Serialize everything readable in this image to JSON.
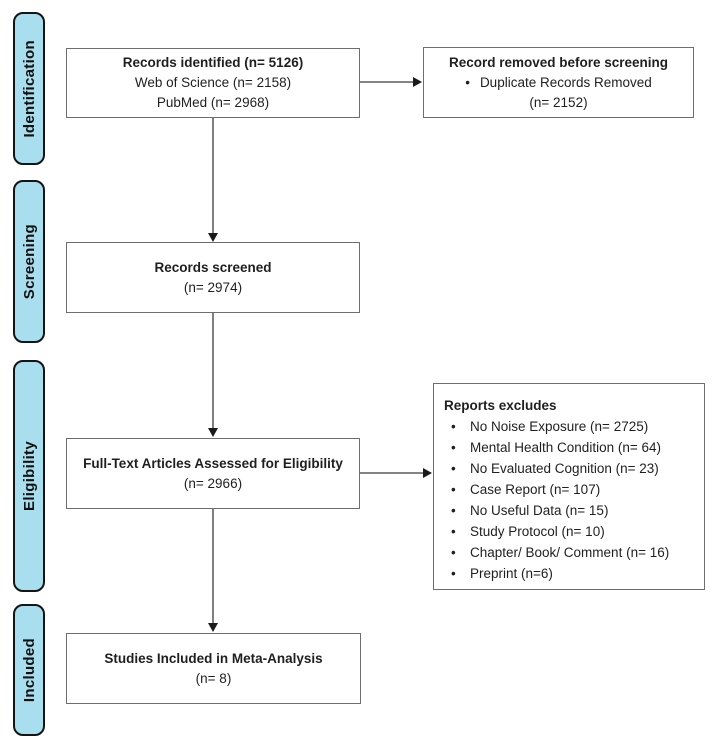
{
  "stages": [
    {
      "label": "Identification"
    },
    {
      "label": "Screening"
    },
    {
      "label": "Eligibility"
    },
    {
      "label": "Included"
    }
  ],
  "boxes": {
    "identified": {
      "title": "Records identified (n= 5126)",
      "lines": [
        "Web of Science (n= 2158)",
        "PubMed (n= 2968)"
      ]
    },
    "removed": {
      "title": "Record removed before screening",
      "bullet": "Duplicate Records Removed",
      "count": "(n= 2152)"
    },
    "screened": {
      "title": "Records screened",
      "count": "(n= 2974)"
    },
    "fulltext": {
      "title": "Full-Text Articles Assessed for Eligibility",
      "count": "(n= 2966)"
    },
    "excluded": {
      "title": "Reports excludes",
      "items": [
        "No Noise Exposure (n= 2725)",
        "Mental Health Condition (n= 64)",
        "No Evaluated Cognition (n= 23)",
        "Case Report (n= 107)",
        "No Useful Data (n= 15)",
        "Study Protocol (n= 10)",
        "Chapter/ Book/ Comment (n= 16)",
        "Preprint (n=6)"
      ]
    },
    "included": {
      "title": "Studies Included in Meta-Analysis",
      "count": "(n= 8)"
    }
  },
  "colors": {
    "stage_fill": "#a9deef",
    "stage_border": "#141414",
    "box_border": "#6e6e6e",
    "arrow": "#3a3a3a",
    "text": "#1f1f1f"
  }
}
